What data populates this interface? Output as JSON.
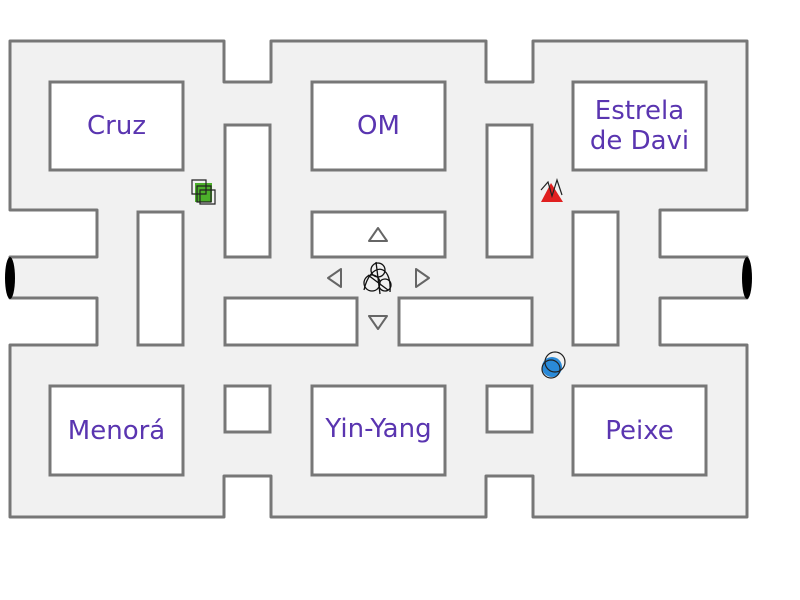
{
  "rooms": [
    {
      "label": "Cruz"
    },
    {
      "label": "OM"
    },
    {
      "label": "Estrela\nde Davi"
    },
    {
      "label": "Menorá"
    },
    {
      "label": "Yin-Yang"
    },
    {
      "label": "Peixe"
    }
  ],
  "colors": {
    "floor": "#f1f1f1",
    "wall": "#777777",
    "label": "#5a35b0",
    "green_player": "#4caf2a",
    "red_player": "#e02020",
    "blue_player": "#2a8ad8"
  }
}
